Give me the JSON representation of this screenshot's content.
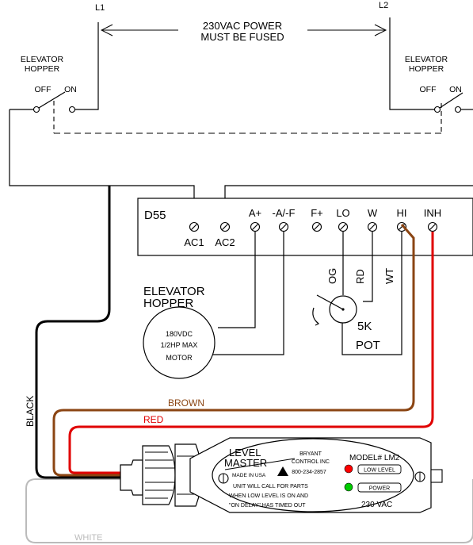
{
  "lines": {
    "l1": "L1",
    "l2": "L2"
  },
  "power_note": {
    "line1": "230VAC POWER",
    "line2": "MUST BE FUSED"
  },
  "switch_left": {
    "line1": "ELEVATOR",
    "line2": "HOPPER",
    "off": "OFF",
    "on": "ON"
  },
  "switch_right": {
    "line1": "ELEVATOR",
    "line2": "HOPPER",
    "off": "OFF",
    "on": "ON"
  },
  "controller": {
    "model": "D55",
    "terminals_top": [
      "A+",
      "-A/-F",
      "F+",
      "LO",
      "W",
      "HI",
      "INH"
    ],
    "terminals_bottom": [
      "AC1",
      "AC2"
    ]
  },
  "pot_wires": {
    "og": "OG",
    "rd": "RD",
    "wt": "WT"
  },
  "pot": {
    "value": "5K",
    "label": "POT"
  },
  "motor_title": {
    "line1": "ELEVATOR",
    "line2": "HOPPER"
  },
  "motor": {
    "line1": "180VDC",
    "line2": "1/2HP MAX",
    "line3": "MOTOR"
  },
  "wires": {
    "black": "BLACK",
    "brown": "BROWN",
    "red": "RED",
    "white": "WHITE"
  },
  "wire_colors": {
    "black": "#000000",
    "brown": "#8b4513",
    "red": "#e00000",
    "white": "#bbbbbb"
  },
  "level_master": {
    "brand_line1": "LEVEL",
    "brand_line2": "MASTER",
    "maker_line1": "BRYANT",
    "maker_line2": "CONTROL INC",
    "phone": "800-234-2857",
    "made_in": "MADE IN USA",
    "note_line1": "UNIT WILL CALL FOR PARTS",
    "note_line2": "WHEN LOW LEVEL IS ON AND",
    "note_line3": "\"ON DELAY\" HAS TIMED OUT",
    "model": "MODEL# LM2",
    "low_level": "LOW LEVEL",
    "power": "POWER",
    "voltage": "230 VAC",
    "led_low_color": "#ff0000",
    "led_power_color": "#00cc00"
  }
}
